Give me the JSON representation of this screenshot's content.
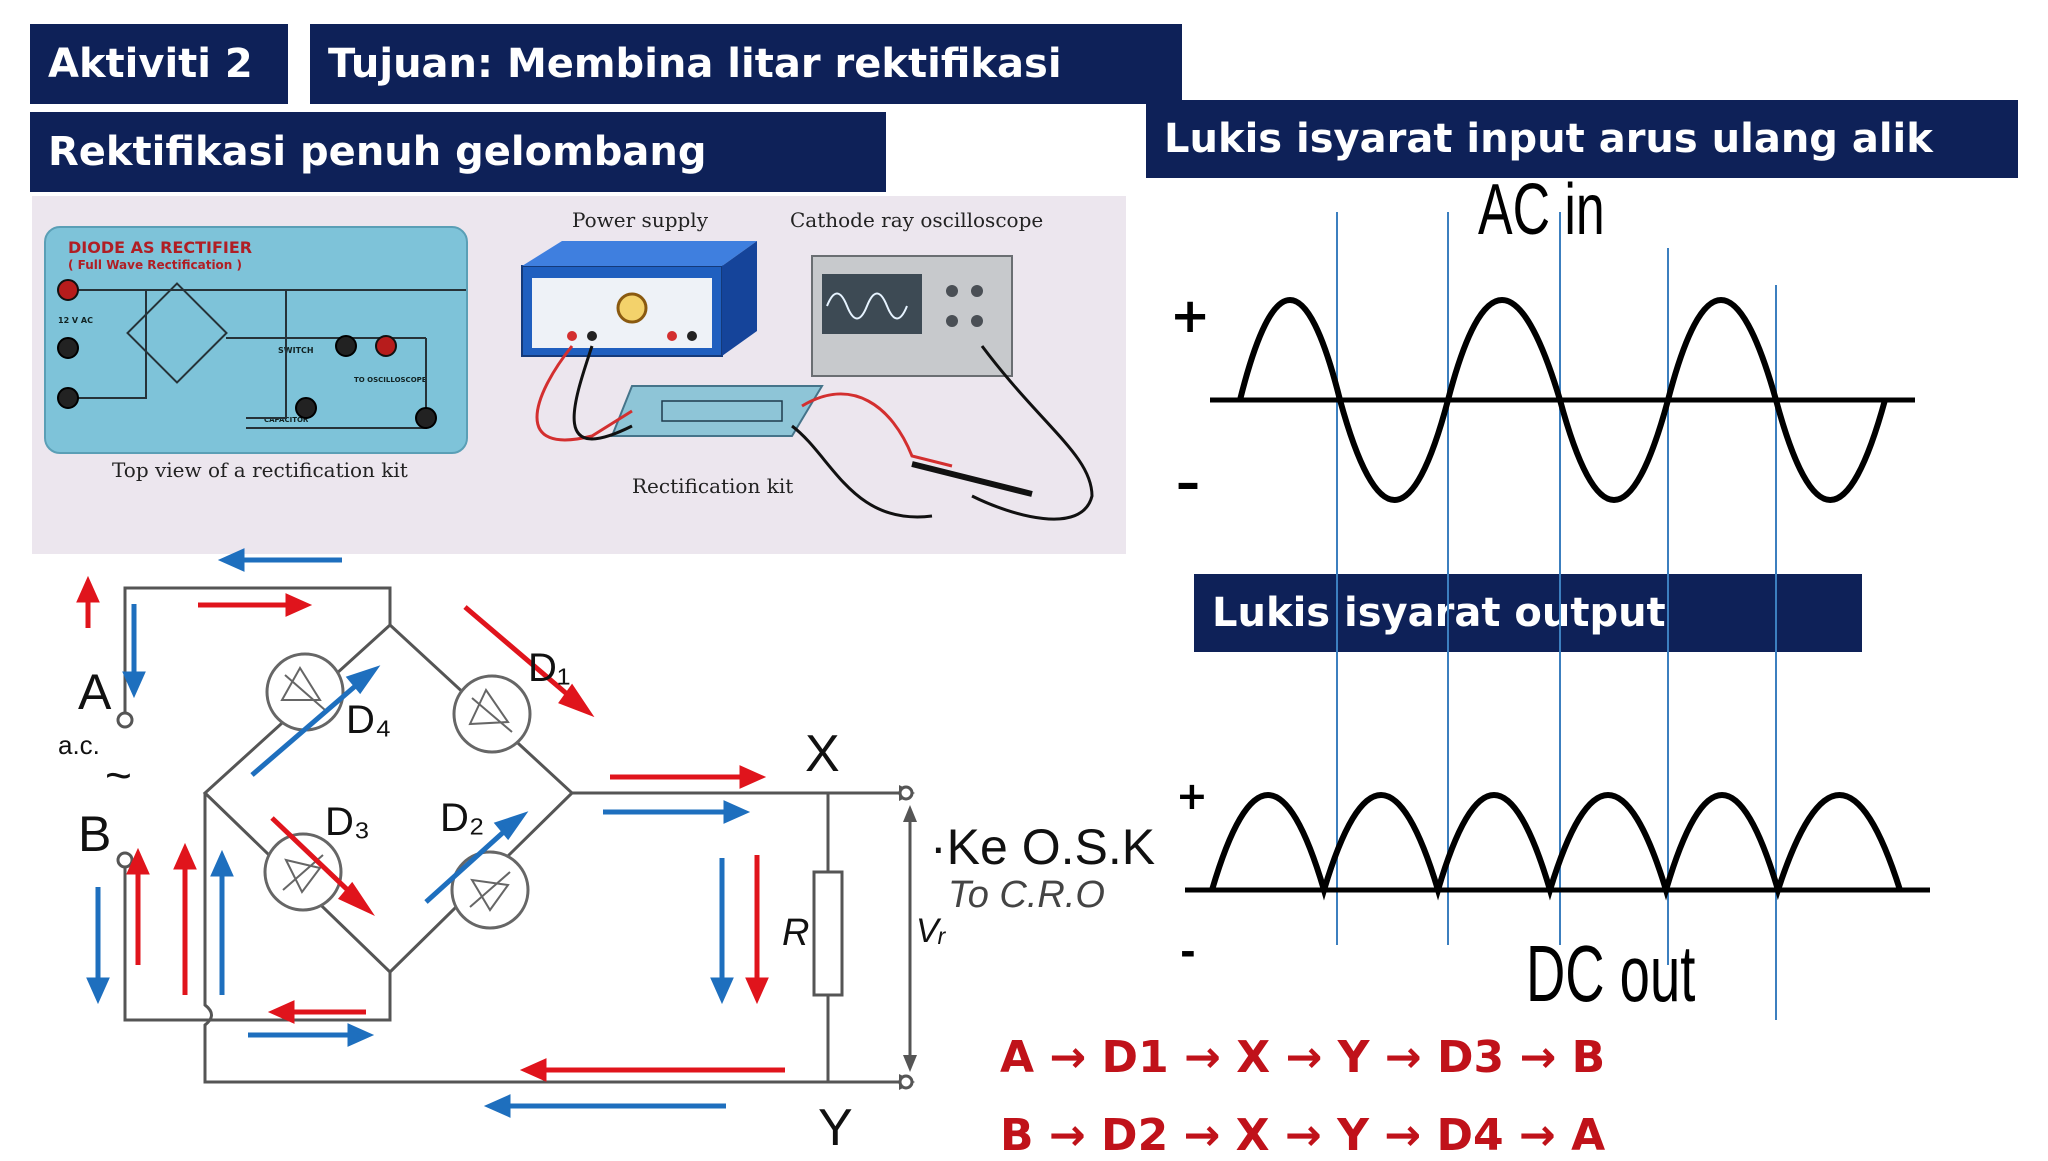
{
  "header": {
    "activity": "Aktiviti 2",
    "objective": "Tujuan: Membina litar rektifikasi",
    "subtitle": "Rektifikasi penuh gelombang",
    "input_prompt": "Lukis isyarat input  arus ulang alik",
    "output_prompt": "Lukis isyarat output"
  },
  "photo": {
    "kit_title": "DIODE AS RECTIFIER",
    "kit_subtitle": "( Full Wave Rectification )",
    "kit_ac": "12 V AC",
    "kit_switch": "SWITCH",
    "kit_capacitor": "CAPACITOR",
    "kit_to_cro": "TO OSCILLOSCOPE",
    "top_view_caption": "Top view of a rectification kit",
    "power_supply": "Power supply",
    "cro": "Cathode ray oscilloscope",
    "rect_kit": "Rectification kit"
  },
  "circuit": {
    "A": "A",
    "ac": "a.c.",
    "tilde": "~",
    "B": "B",
    "D1": "D₁",
    "D2": "D₂",
    "D3": "D₃",
    "D4": "D₄",
    "X": "X",
    "Y": "Y",
    "R": "R",
    "VR": "Vᵣ",
    "ke_osk": "·Ke O.S.K",
    "to_cro": "To C.R.O"
  },
  "waveforms": {
    "ac_label": "AC in",
    "dc_label": "DC out",
    "plus": "+",
    "minus": "–",
    "plus_out": "+",
    "minus_out": "-"
  },
  "paths": {
    "path1": "A → D1 → X → Y → D3 → B",
    "path2": "B → D2 → X → Y → D4 → A"
  },
  "colors": {
    "banner": "#0e2158",
    "red_arrow": "#e0141c",
    "blue_arrow": "#1e6fbe",
    "path_text": "#c0121a"
  }
}
